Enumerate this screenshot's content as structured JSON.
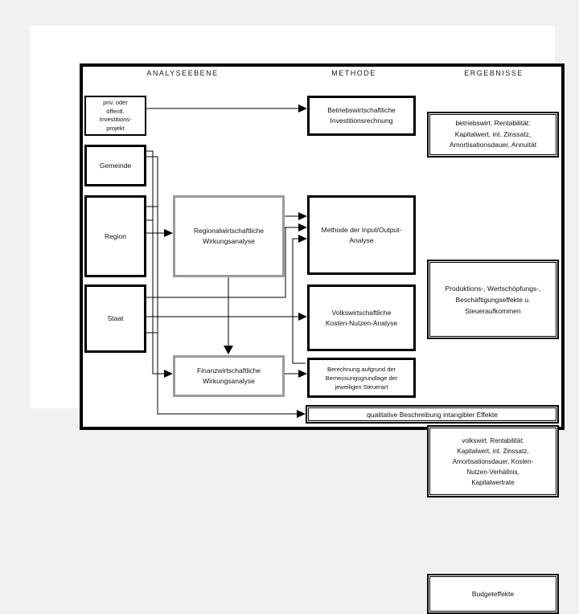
{
  "colors": {
    "background": "#f1f1f1",
    "page": "#ffffff",
    "line": "#000000",
    "gray_box_border": "#9b9b9b"
  },
  "headers": {
    "analyseebene": "ANALYSEEBENE",
    "methode": "METHODE",
    "ergebnisse": "ERGEBNISSE"
  },
  "boxes": {
    "projekt": "priv. oder\nöffentl.\nInvestitions-\nprojekt",
    "gemeinde": "Gemeinde",
    "region": "Region",
    "staat": "Staat",
    "betriebswirtschaftliche": "Betriebswirtschaftliche\nInvestitionsrechnung",
    "regionalwirtschaftliche": "Regionalwirtschaftliche\nWirkungsanalyse",
    "input_output": "Methode der Input/Output-\nAnalyse",
    "volkswirtschaftliche": "Volkswirtschaftliche\nKosten-Nutzen-Analyse",
    "finanzwirtschaftliche": "Finanzwirtschaftliche\nWirkungsanalyse",
    "berechnung": "Berechnung aufgrund der\nBemessungsgrundlage der\njeweiligen Steuerart",
    "qualitative": "qualitative Beschreibung intangibler Effekte",
    "ergebnis_betriebswirt": "betriebswirt. Rentabilität:\nKapitalwert, int. Zinssatz,\nAmortisationsdauer, Annuität",
    "ergebnis_produktion": "Produktions-, Wertschöpfungs-,\nBeschäftigungseffekte u.\nSteueraufkommen",
    "ergebnis_volkswirt": "volkswirt. Rentabilität:\nKapitalwert, int. Zinssatz,\nAmortisationsdauer, Kosten-\nNutzen-Verhältnis,\nKapitalwertrate",
    "ergebnis_budget": "Budgeteffekte"
  }
}
